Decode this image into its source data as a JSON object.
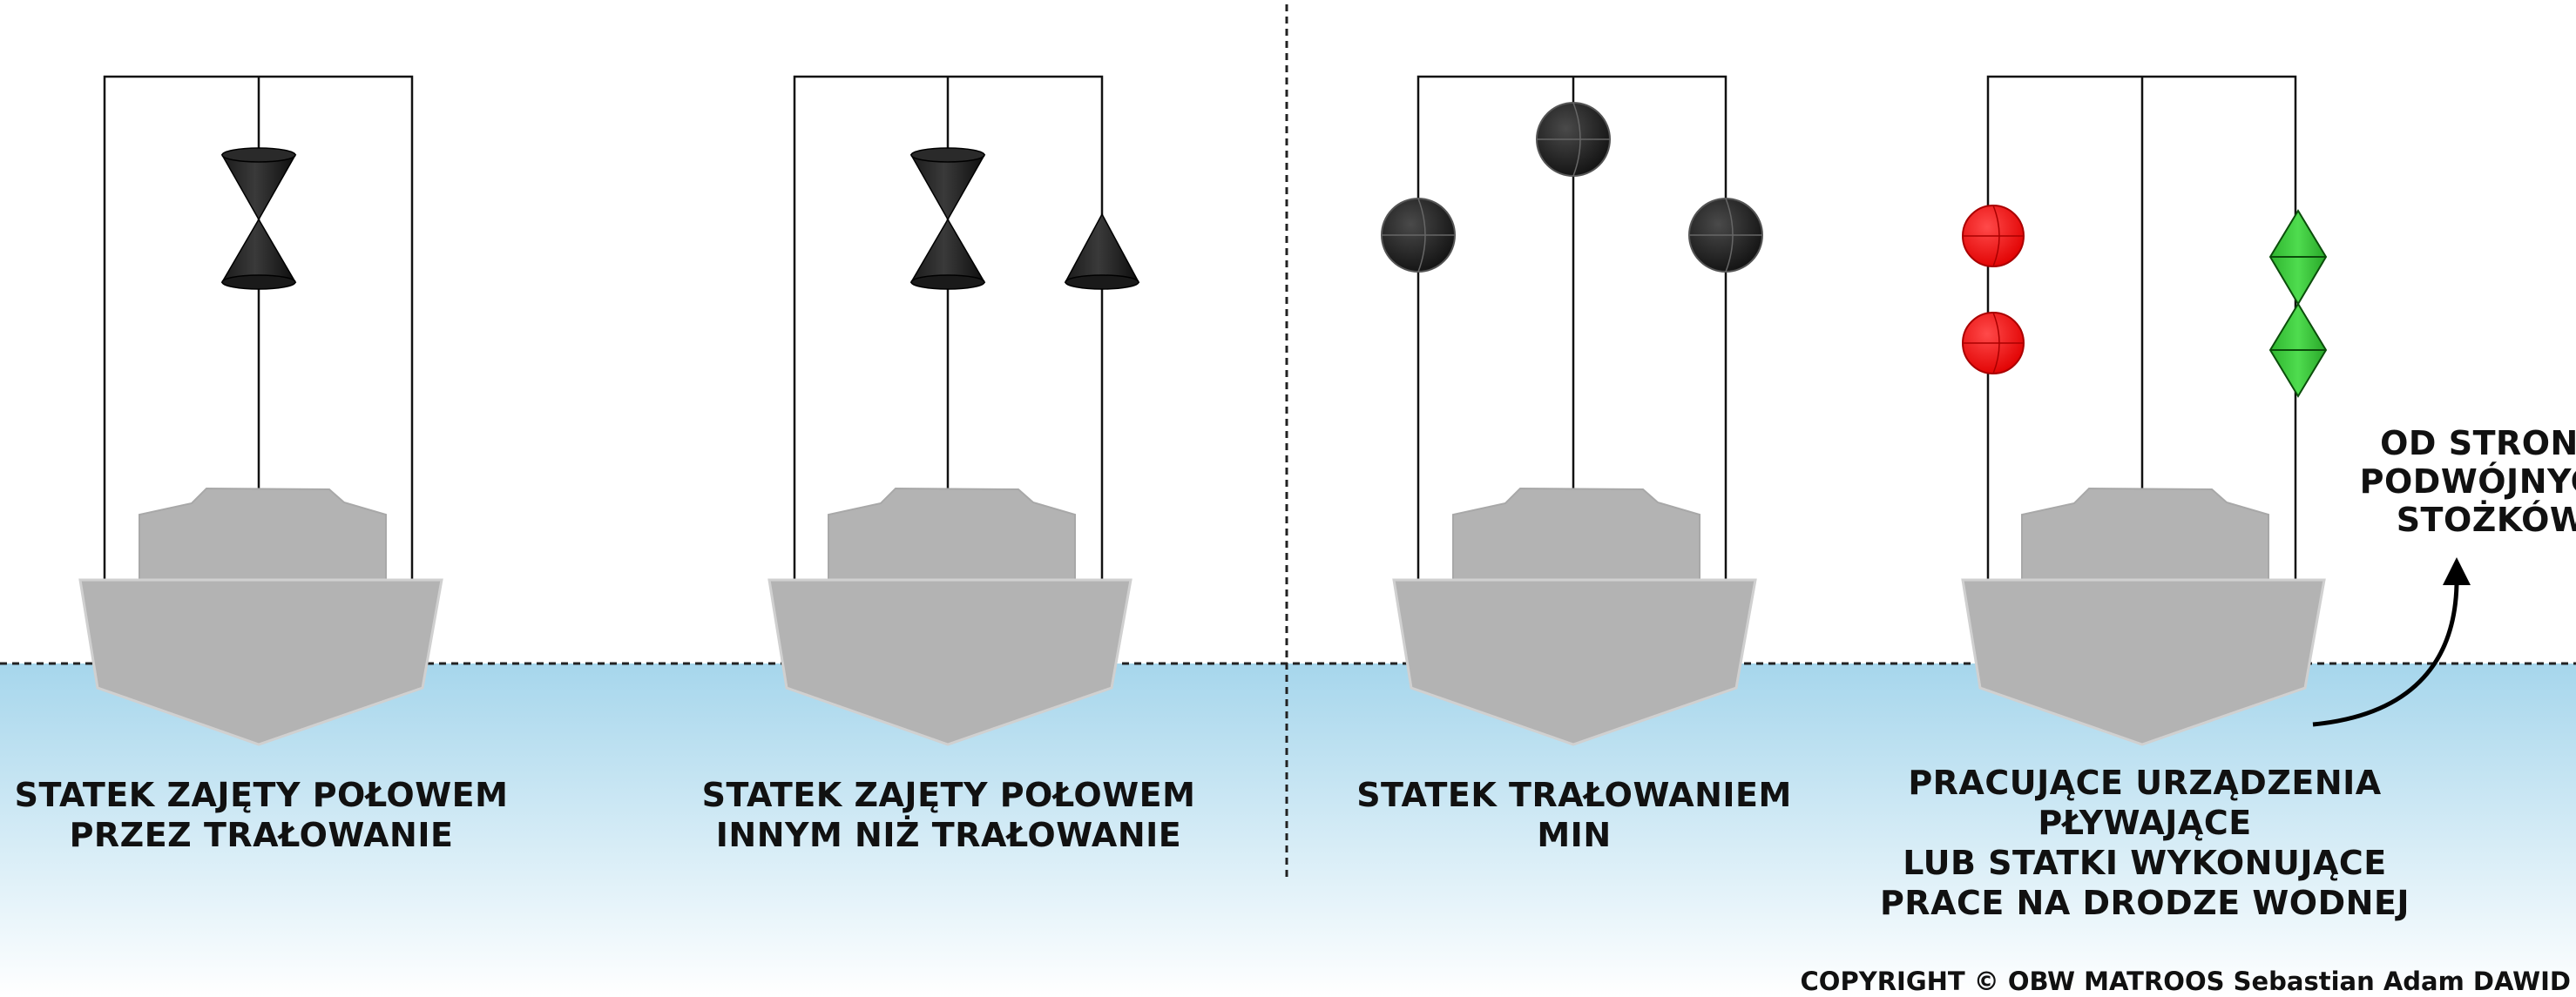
{
  "panels": [
    {
      "id": "trawling",
      "caption": [
        "STATEK ZAJĘTY POŁOWEM",
        "PRZEZ TRAŁOWANIE"
      ],
      "left_mast": [
        "none"
      ],
      "center_mast": [
        "double-cone-points-together"
      ],
      "right_mast": [
        "none"
      ]
    },
    {
      "id": "fishing-other",
      "caption": [
        "STATEK ZAJĘTY POŁOWEM",
        "INNYM NIŻ TRAŁOWANIE"
      ],
      "left_mast": [
        "none"
      ],
      "center_mast": [
        "double-cone-points-together"
      ],
      "right_mast": [
        "cone-point-up"
      ]
    },
    {
      "id": "minesweeping",
      "caption": [
        "STATEK TRAŁOWANIEM",
        "MIN"
      ],
      "left_mast": [
        "black-ball"
      ],
      "center_mast": [
        "black-ball"
      ],
      "right_mast": [
        "black-ball"
      ]
    },
    {
      "id": "floating-equipment",
      "caption": [
        "PRACUJĄCE URZĄDZENIA",
        "PŁYWAJĄCE",
        "LUB STATKI WYKONUJĄCE",
        "PRACE NA DRODZE WODNEJ"
      ],
      "left_mast": [
        "red-ball",
        "red-ball"
      ],
      "center_mast": [
        "none"
      ],
      "right_mast": [
        "green-double-cone",
        "green-double-cone"
      ]
    }
  ],
  "annotation": [
    "OD STRONY",
    "PODWÓJNYCH",
    "STOŻKÓW"
  ],
  "copyright": "COPYRIGHT © OBW MATROOS Sebastian Adam DAWID",
  "colors": {
    "water_top": "#a6d6ec",
    "water_bottom": "#ffffff",
    "hull": "#b3b3b3",
    "signal_black": "#1c1c1c",
    "signal_red": "#ff0000",
    "signal_green": "#38c738"
  }
}
